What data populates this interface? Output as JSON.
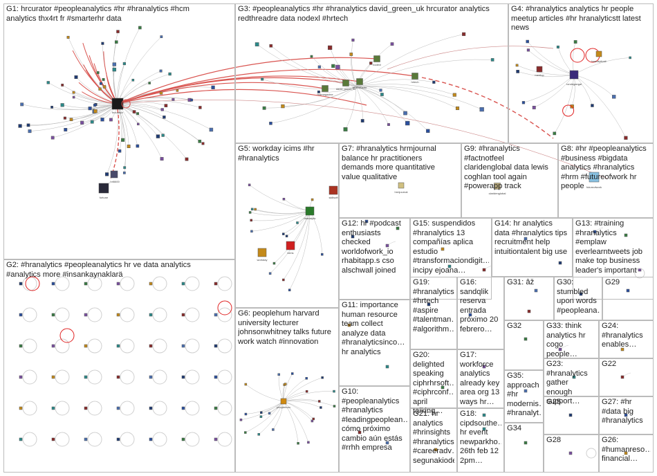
{
  "groups": [
    {
      "id": "g1",
      "title": "G1: hrcurator #peopleanalytics #hr #hranalytics #hcm\nanalytics thx4rt fr #smarterhr data"
    },
    {
      "id": "g2",
      "title": "G2: #hranalytics #peopleanalytics hr ve data analytics\n#analytics more #insankaynaklarä"
    },
    {
      "id": "g3",
      "title": "G3: #peopleanalytics #hr #hranalytics david_green_uk hrcurator analytics\nredthreadre data nodexl #hrtech"
    },
    {
      "id": "g4",
      "title": "G4: #hranalytics analytics hr people\nmeetup articles #hr hranalyticstt latest\nnews"
    },
    {
      "id": "g5",
      "title": "G5: workday icims #hr\n#hranalytics"
    },
    {
      "id": "g6",
      "title": "G6: peoplehum harvard\nuniversity lecturer\njohnsonwhitney talks future\nwork watch #innovation"
    },
    {
      "id": "g7",
      "title": "G7: #hranalytics hrmjournal\nbalance hr practitioners\ndemands more quantitative\nvalue qualitative"
    },
    {
      "id": "g8",
      "title": "G8: #hr #peopleanalytics\n#business #bigdata\nanalytics #hranalytics\n#hrm #futureofwork hr\npeople"
    },
    {
      "id": "g9",
      "title": "G9: #hranalytics\n#factnotfeel\nclaridenglobal data lewis\ncoghlan tool again\n#powerapp track"
    },
    {
      "id": "g10",
      "title": "G10:\n#peopleanalytics\n#hranalytics\n#leadingpeoplean…\ncómo próximo\ncambio aún estás\n#rrhh empresa"
    },
    {
      "id": "g11",
      "title": "G11: importance\nhuman resource\nteam collect\nanalyze data\n#hranalyticsinco…\nhr analytics"
    },
    {
      "id": "g12",
      "title": "G12: hr #podcast\nenthusiasts\nchecked\nworldofwork_io\nrhabitapp.s cso\nalschwall joined"
    },
    {
      "id": "g13",
      "title": "G13: #training\n#hranalytics\n#emplaw\neverlearntweets job\nmake top business\nleader's important"
    },
    {
      "id": "g14",
      "title": "G14: hr analytics\ndata #hranalytics tips\nrecruitment help\nintuitiontalent big use"
    },
    {
      "id": "g15",
      "title": "G15: suspendidos\n#hranalytics 13\ncompañías aplica\nestudio\n#transformaciondigit…\nincipy ejoana…"
    },
    {
      "id": "g16",
      "title": "G16:\nsandqlik\nreserva\nentrada\npróximo 20\nfebrero…"
    },
    {
      "id": "g17",
      "title": "G17:\nworkforce\nanalytics\nalready key\narea org 13\nways hr…"
    },
    {
      "id": "g18",
      "title": "G18:\ncipdsouthe…\nhr event\nnewparkho…\n26th feb 12\n2pm…"
    },
    {
      "id": "g19",
      "title": "G19:\n#hranalytics\n#hrtech\n#aspire\n#talentman…\n#algorithm…"
    },
    {
      "id": "g20",
      "title": "G20:\ndelighted\nspeaking\nciphrhrsoft…\n#ciphrconf…\napril talking…"
    },
    {
      "id": "g21",
      "title": "G21: hr\nanalytics\n#hrinsights\n#hranalytics\n#careeradv…\nsegunakiode"
    },
    {
      "id": "g22",
      "title": "G22"
    },
    {
      "id": "g23",
      "title": "G23:\n#hranalytics\ngather enough\nsupport…"
    },
    {
      "id": "g24",
      "title": "G24:\n#hranalytics\nenables…"
    },
    {
      "id": "g25",
      "title": "G25"
    },
    {
      "id": "g26",
      "title": "G26:\n#humanreso…\nfinancial…"
    },
    {
      "id": "g27",
      "title": "G27: #hr\n#data big\n#hranalytics"
    },
    {
      "id": "g28",
      "title": "G28"
    },
    {
      "id": "g29",
      "title": "G29"
    },
    {
      "id": "g30",
      "title": "G30:\nstumbled\nupon words\n#peopleana…"
    },
    {
      "id": "g31",
      "title": "G31: âž"
    },
    {
      "id": "g32",
      "title": "G32"
    },
    {
      "id": "g33",
      "title": "G33: think\nanalytics hr\ncogo people…"
    },
    {
      "id": "g34",
      "title": "G34"
    },
    {
      "id": "g35",
      "title": "G35:\napproach\n#hr\nmodernis…\n#hranalyt…"
    }
  ],
  "node_labels": {
    "hub_hr": "hrcurator",
    "hub_g1b": "fortune",
    "hub_g1c": "_hrl6600",
    "g3_a": "david_green_uk",
    "g3_b": "redthreadre",
    "g3_c": "nodexl",
    "g3_d": "hrtech",
    "g3_e": "hrdmagazine",
    "g4_a": "hranalyticstt",
    "g4_b": "meetup",
    "g4_c": "rondegangal",
    "g5_a": "workday",
    "g5_b": "icims",
    "g5_c": "skillsoft",
    "g5_d": "hranalytic",
    "g6_a": "peoplehum",
    "g7_a": "hrmjournal",
    "g8_a": "futureofwork",
    "g9_a": "claridenglobal"
  },
  "colors": {
    "cell_border": "#bbbbbb",
    "edge_gray": "#b9b9b9",
    "edge_red": "#d9534f",
    "node_fill": "#1f3b73",
    "highlight": "#e02020"
  }
}
